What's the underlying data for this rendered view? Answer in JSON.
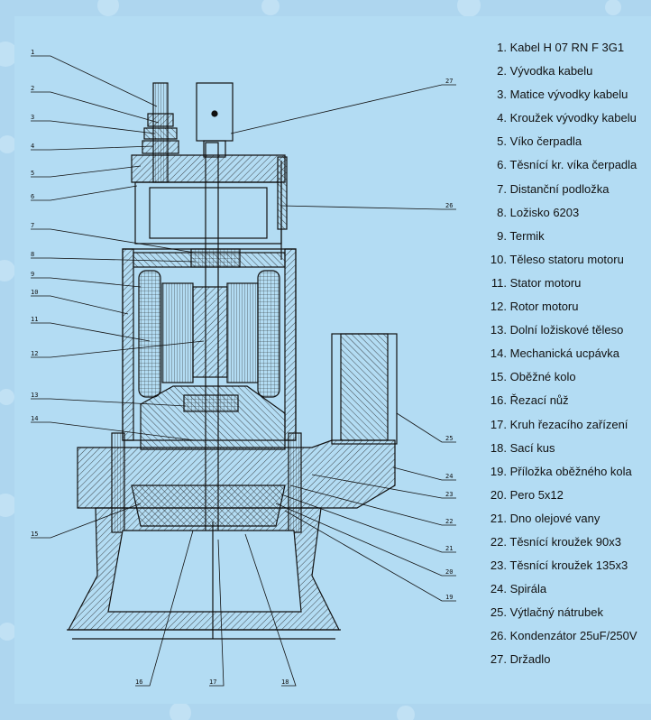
{
  "legend": [
    {
      "num": "1.",
      "label": "Kabel H 07 RN F 3G1"
    },
    {
      "num": "2.",
      "label": "Vývodka kabelu"
    },
    {
      "num": "3.",
      "label": "Matice vývodky kabelu"
    },
    {
      "num": "4.",
      "label": "Kroužek vývodky kabelu"
    },
    {
      "num": "5.",
      "label": "Víko čerpadla"
    },
    {
      "num": "6.",
      "label": "Těsnící kr. víka čerpadla"
    },
    {
      "num": "7.",
      "label": "Distanční podložka"
    },
    {
      "num": "8.",
      "label": "Ložisko 6203"
    },
    {
      "num": "9.",
      "label": "Termik"
    },
    {
      "num": "10.",
      "label": "Těleso statoru motoru"
    },
    {
      "num": "11.",
      "label": "Stator motoru"
    },
    {
      "num": "12.",
      "label": "Rotor motoru"
    },
    {
      "num": "13.",
      "label": "Dolní ložiskové těleso"
    },
    {
      "num": "14.",
      "label": "Mechanická ucpávka"
    },
    {
      "num": "15.",
      "label": "Oběžné kolo"
    },
    {
      "num": "16.",
      "label": "Řezací nůž"
    },
    {
      "num": "17.",
      "label": "Kruh řezacího zařízení"
    },
    {
      "num": "18.",
      "label": "Sací kus"
    },
    {
      "num": "19.",
      "label": "Příložka oběžného kola"
    },
    {
      "num": "20.",
      "label": "Pero 5x12"
    },
    {
      "num": "21.",
      "label": "Dno olejové vany"
    },
    {
      "num": "22.",
      "label": "Těsnící kroužek 90x3"
    },
    {
      "num": "23.",
      "label": "Těsnící kroužek 135x3"
    },
    {
      "num": "24.",
      "label": "Spirála"
    },
    {
      "num": "25.",
      "label": "Výtlačný nátrubek"
    },
    {
      "num": "26.",
      "label": "Kondenzátor 25uF/250V"
    },
    {
      "num": "27.",
      "label": "Držadlo"
    }
  ],
  "callouts": {
    "c1": "1",
    "c2": "2",
    "c3": "3",
    "c4": "4",
    "c5": "5",
    "c6": "6",
    "c7": "7",
    "c8": "8",
    "c9": "9",
    "c10": "10",
    "c11": "11",
    "c12": "12",
    "c13": "13",
    "c14": "14",
    "c15": "15",
    "c16": "16",
    "c17": "17",
    "c18": "18",
    "c19": "19",
    "c20": "20",
    "c21": "21",
    "c22": "22",
    "c23": "23",
    "c24": "24",
    "c25": "25",
    "c26": "26",
    "c27": "27"
  },
  "colors": {
    "background": "#aed6ef",
    "panel": "#b3dcf3",
    "ink": "#111111"
  }
}
